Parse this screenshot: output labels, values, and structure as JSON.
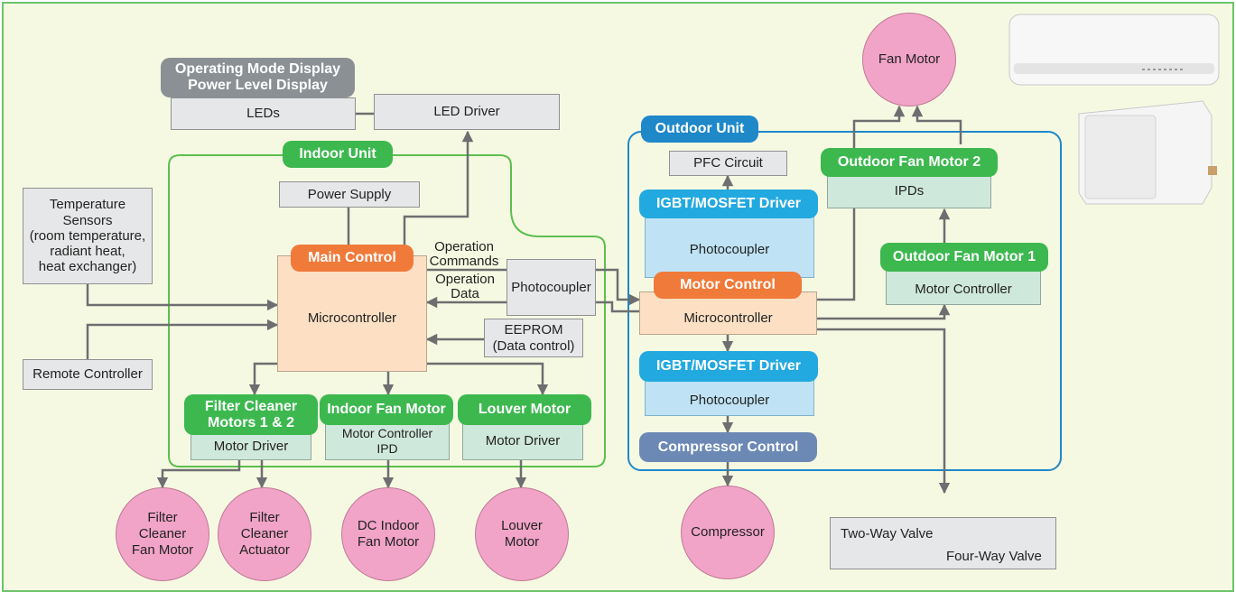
{
  "colors": {
    "frame": "#6cc36a",
    "background": "#f6f9e2",
    "indoor_unit": "#3cb84f",
    "outdoor_unit": "#1e88c9",
    "driver_header": "#22a9e0",
    "control_header": "#f07a3a",
    "motor_circle": "#f1a4c8",
    "arrow": "#6d6e70"
  },
  "display": {
    "header_line1": "Operating Mode Display",
    "header_line2": "Power Level Display",
    "leds": "LEDs",
    "led_driver": "LED Driver"
  },
  "indoor": {
    "title": "Indoor Unit",
    "power_supply": "Power Supply",
    "main_control": "Main Control",
    "microcontroller": "Microcontroller",
    "op_commands_1": "Operation",
    "op_commands_2": "Commands",
    "op_data_1": "Operation",
    "op_data_2": "Data",
    "photocoupler": "Photocoupler",
    "eeprom_1": "EEPROM",
    "eeprom_2": "(Data control)",
    "filter_header_1": "Filter Cleaner",
    "filter_header_2": "Motors 1 & 2",
    "filter_driver": "Motor Driver",
    "fan_header": "Indoor Fan Motor",
    "fan_controller_1": "Motor Controller",
    "fan_controller_2": "IPD",
    "louver_header": "Louver Motor",
    "louver_driver": "Motor Driver"
  },
  "inputs": {
    "temp_1": "Temperature",
    "temp_2": "Sensors",
    "temp_3": "(room temperature,",
    "temp_4": "radiant heat,",
    "temp_5": "heat exchanger)",
    "remote": "Remote Controller"
  },
  "motors": {
    "filter_fan_1": "Filter",
    "filter_fan_2": "Cleaner",
    "filter_fan_3": "Fan Motor",
    "filter_act_1": "Filter",
    "filter_act_2": "Cleaner",
    "filter_act_3": "Actuator",
    "dc_indoor_1": "DC Indoor",
    "dc_indoor_2": "Fan Motor",
    "louver_1": "Louver",
    "louver_2": "Motor",
    "compressor": "Compressor",
    "fan_motor": "Fan Motor"
  },
  "outdoor": {
    "title": "Outdoor Unit",
    "pfc": "PFC Circuit",
    "igbt_top": "IGBT/MOSFET Driver",
    "photo_top": "Photocoupler",
    "motor_control": "Motor Control",
    "microcontroller": "Microcontroller",
    "igbt_bottom": "IGBT/MOSFET Driver",
    "photo_bottom": "Photocoupler",
    "compressor_control": "Compressor Control",
    "fan2_header": "Outdoor Fan Motor 2",
    "ipds": "IPDs",
    "fan1_header": "Outdoor Fan Motor 1",
    "fan1_controller": "Motor Controller"
  },
  "valves": {
    "two_way": "Two-Way Valve",
    "four_way": "Four-Way Valve"
  }
}
